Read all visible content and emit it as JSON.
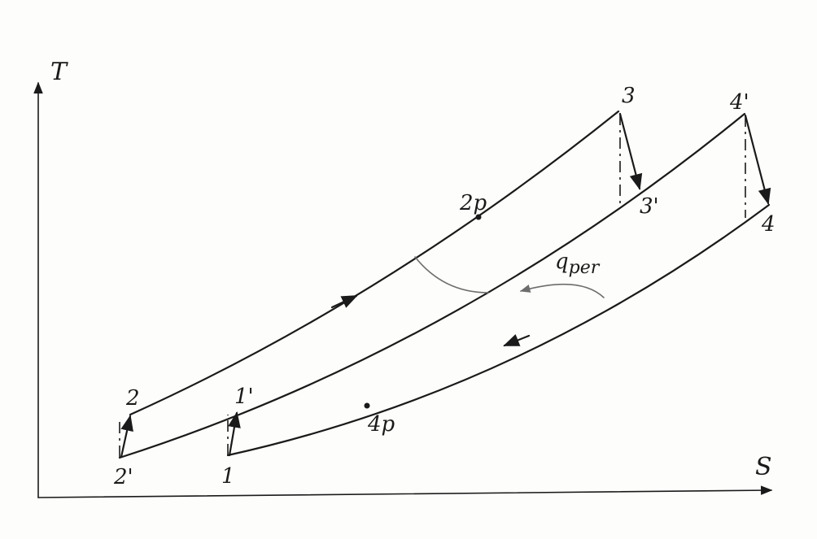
{
  "axes": {
    "y_label": "T",
    "x_label": "S"
  },
  "points": {
    "p1": "1",
    "p1_prime": "1'",
    "p2": "2",
    "p2_prime": "2'",
    "p2p": "2p",
    "p3": "3",
    "p3_prime": "3'",
    "p4": "4",
    "p4_prime": "4'",
    "p4p": "4p"
  },
  "annotation": {
    "heat_transfer": "q",
    "heat_transfer_sub": "per"
  },
  "colors": {
    "ink": "#1a1a1a",
    "transfer_arrow": "#6d6d6d"
  }
}
